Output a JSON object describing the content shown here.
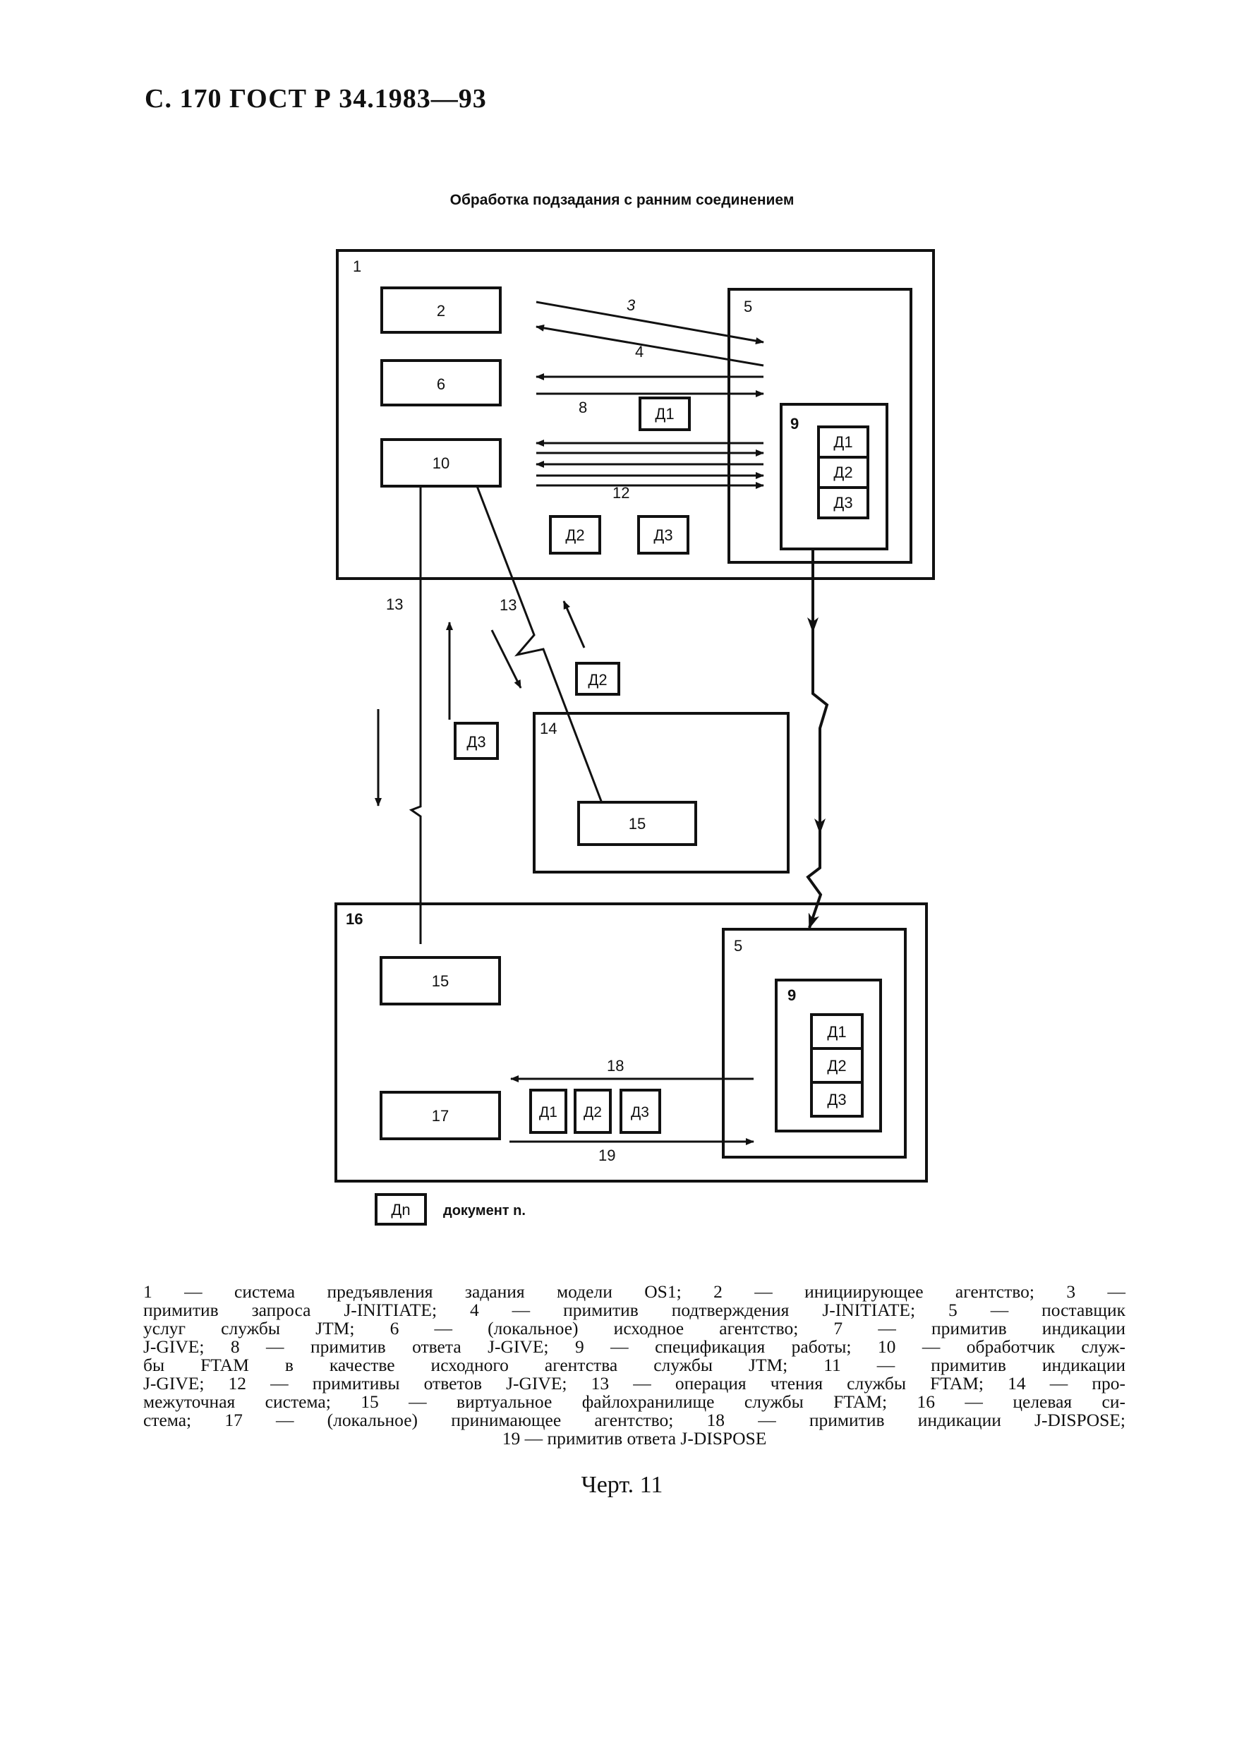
{
  "page_header": "С. 170 ГОСТ Р 34.1983—93",
  "diagram_title": "Обработка подзадания с ранним соединением",
  "system_labels": {
    "sys1": "1",
    "box2": "2",
    "box6": "6",
    "box10": "10",
    "box5_top": "5",
    "box9_top": "9",
    "arrow3": "3",
    "arrow4": "4",
    "arrow8": "8",
    "arrow12": "12",
    "line13_left": "13",
    "line13_mid": "13",
    "sys14": "14",
    "box15_mid": "15",
    "sys16": "16",
    "box15_bottom": "15",
    "box17": "17",
    "box5_bottom": "5",
    "box9_bottom": "9",
    "arrow18": "18",
    "arrow19": "19"
  },
  "documents": {
    "d1": "Д1",
    "d2": "Д2",
    "d3": "Д3"
  },
  "legend": {
    "symbol": "Дn",
    "text": "документ n."
  },
  "caption_lines": [
    "1 — система предъявления задания модели OS1; 2 — инициирующее агентство; 3 —",
    "примитив запроса J-INITIATE; 4 — примитив подтверждения J-INITIATE; 5 — поставщик",
    "услуг службы JTM; 6 — (локальное) исходное агентство; 7 — примитив индикации",
    "J-GIVE; 8 — примитив ответа J-GIVE; 9 — спецификация работы; 10 — обработчик служ-",
    "бы FTAM в качестве исходного агентства службы JTM; 11 — примитив индикации",
    "J-GIVE; 12 — примитивы ответов J-GIVE; 13 — операция чтения службы FTAM; 14 — про-",
    "межуточная система; 15 — виртуальное файлохранилище службы FTAM; 16 — целевая си-",
    "стема; 17 — (локальное) принимающее агентство; 18 — примитив индикации J-DISPOSE;",
    "19 — примитив ответа J-DISPOSE"
  ],
  "figure_label": "Черт. 11"
}
